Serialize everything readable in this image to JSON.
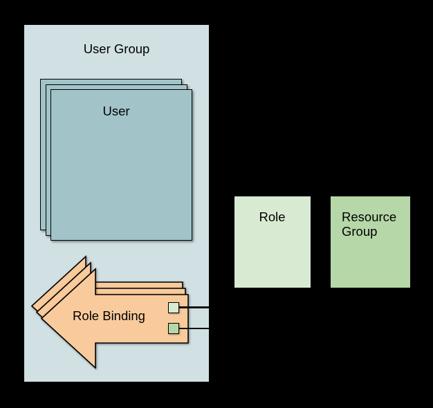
{
  "diagram": {
    "title": "RBAC user-group / role-binding diagram",
    "colors": {
      "background": "#000000",
      "user_group_fill": "#d0e0e3",
      "user_fill": "#a2c4c9",
      "role_binding_fill": "#f9cb9c",
      "role_fill": "#d9ead3",
      "resource_group_fill": "#b6d7a8",
      "outline": "#000000"
    },
    "user_group": {
      "label": "User Group"
    },
    "user_stack": {
      "label": "User",
      "stack_count": 3
    },
    "role_binding": {
      "label": "Role Binding",
      "stack_count": 3,
      "ports": [
        {
          "name": "role-port",
          "fill": "#d9ead3"
        },
        {
          "name": "resource-group-port",
          "fill": "#b6d7a8"
        }
      ]
    },
    "role": {
      "label": "Role"
    },
    "resource_group": {
      "label": "Resource Group"
    }
  }
}
